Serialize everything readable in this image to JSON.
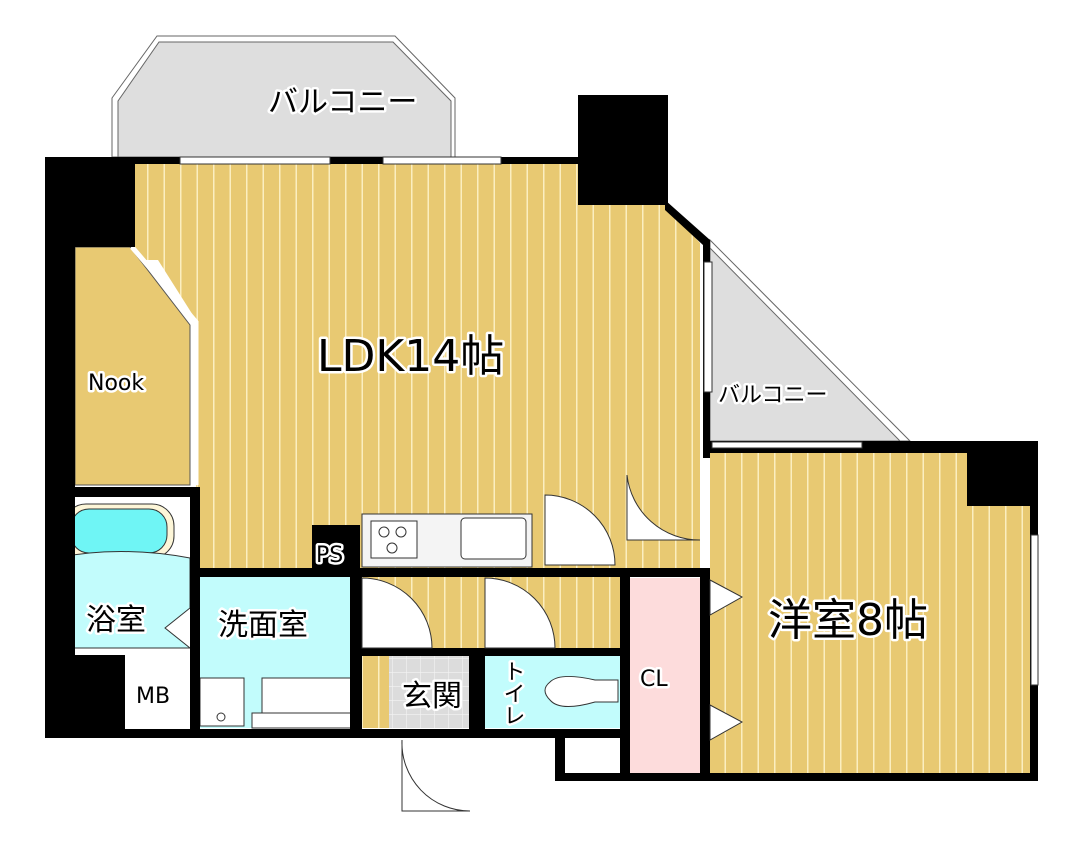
{
  "plan": {
    "rooms": {
      "ldk": {
        "label": "LDK14帖"
      },
      "western": {
        "label": "洋室8帖"
      },
      "nook": {
        "label": "Nook"
      },
      "balcony_top": {
        "label": "バルコニー"
      },
      "balcony_side": {
        "label": "バルコニー"
      },
      "bath": {
        "label": "浴室"
      },
      "washroom": {
        "label": "洗面室"
      },
      "entrance": {
        "label": "玄関"
      },
      "toilet": {
        "label": "トイレ"
      },
      "closet": {
        "label": "CL"
      },
      "mb": {
        "label": "MB"
      },
      "ps": {
        "label": "PS"
      }
    },
    "colors": {
      "floor": "#e8c972",
      "floor_line": "#fbeec0",
      "wet": "#c2fcfc",
      "closet": "#fddcdc",
      "balcony": "#dedede",
      "tile": "#dcdcdc",
      "wall": "#000000"
    }
  }
}
